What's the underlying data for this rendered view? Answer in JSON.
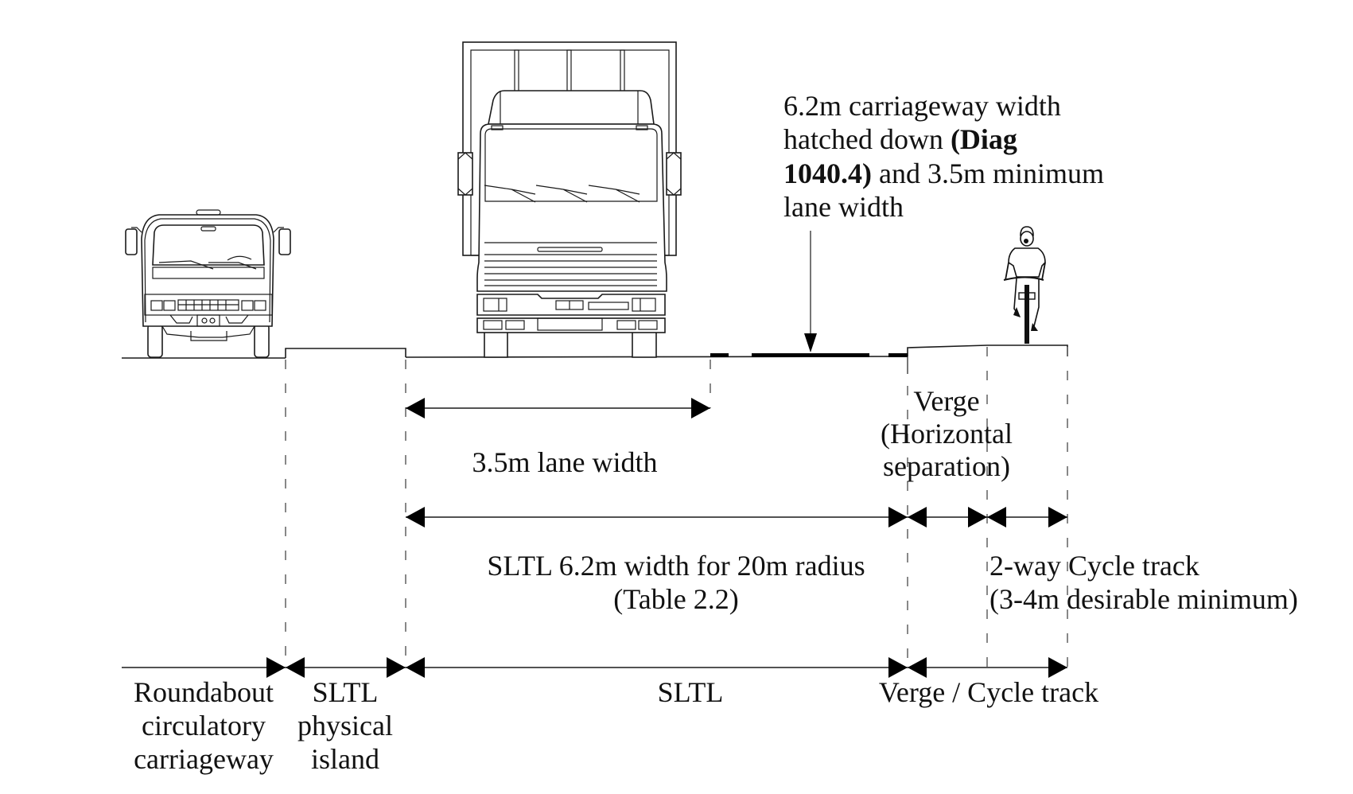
{
  "diagram": {
    "title": "Segregated left turn lane (SLTL) cross-section with verge and cycle track",
    "callout": {
      "line1": "6.2m carriageway width",
      "line2_regular": "hatched down ",
      "line2_bold": "(Diag",
      "line3_bold": "1040.4)",
      "line3_regular": " and 3.5m minimum",
      "line4": "lane width"
    },
    "dimensions": {
      "lane_width_label": "3.5m lane width",
      "sltl_width_line1": "SLTL 6.2m width for 20m radius",
      "sltl_width_line2": "(Table 2.2)",
      "verge_line1": "Verge",
      "verge_line2": "(Horizontal",
      "verge_line3": "separation)",
      "cycle_line1": "2-way Cycle track",
      "cycle_line2": "(3-4m desirable minimum)"
    },
    "zones": [
      {
        "lines": [
          "Roundabout",
          "circulatory",
          "carriageway"
        ]
      },
      {
        "lines": [
          "SLTL",
          "physical",
          "island"
        ]
      },
      {
        "lines": [
          "SLTL"
        ]
      },
      {
        "lines": [
          "Verge / Cycle track"
        ]
      }
    ],
    "figures": {
      "small_truck": "rigid-truck-front-view",
      "large_truck": "large-goods-vehicle-front-view",
      "cyclist": "cyclist-front-view"
    }
  }
}
